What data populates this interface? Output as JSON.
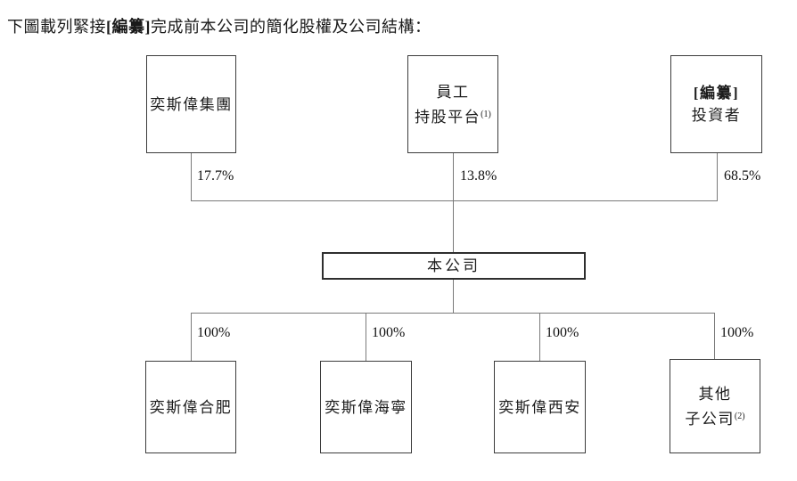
{
  "header": {
    "prefix": "下圖載列緊接",
    "redacted": "[編纂]",
    "suffix": "完成前本公司的簡化股權及公司結構："
  },
  "diagram": {
    "top_nodes": [
      {
        "lines": [
          "奕斯偉集團"
        ],
        "ownership": "17.7%"
      },
      {
        "lines": [
          "員工",
          "持股平台"
        ],
        "footnote": "(1)",
        "ownership": "13.8%"
      },
      {
        "lines": [
          "[編纂]",
          "投資者"
        ],
        "ownership": "68.5%"
      }
    ],
    "company": {
      "label": "本公司"
    },
    "subsidiaries": [
      {
        "lines": [
          "奕斯偉合肥"
        ],
        "ownership": "100%"
      },
      {
        "lines": [
          "奕斯偉海寧"
        ],
        "ownership": "100%"
      },
      {
        "lines": [
          "奕斯偉西安"
        ],
        "ownership": "100%"
      },
      {
        "lines": [
          "其他",
          "子公司"
        ],
        "footnote": "(2)",
        "ownership": "100%"
      }
    ]
  },
  "colors": {
    "connector_line": "#7a7a7a",
    "box_border": "#3c3c3c",
    "text": "#1a1a1a"
  }
}
